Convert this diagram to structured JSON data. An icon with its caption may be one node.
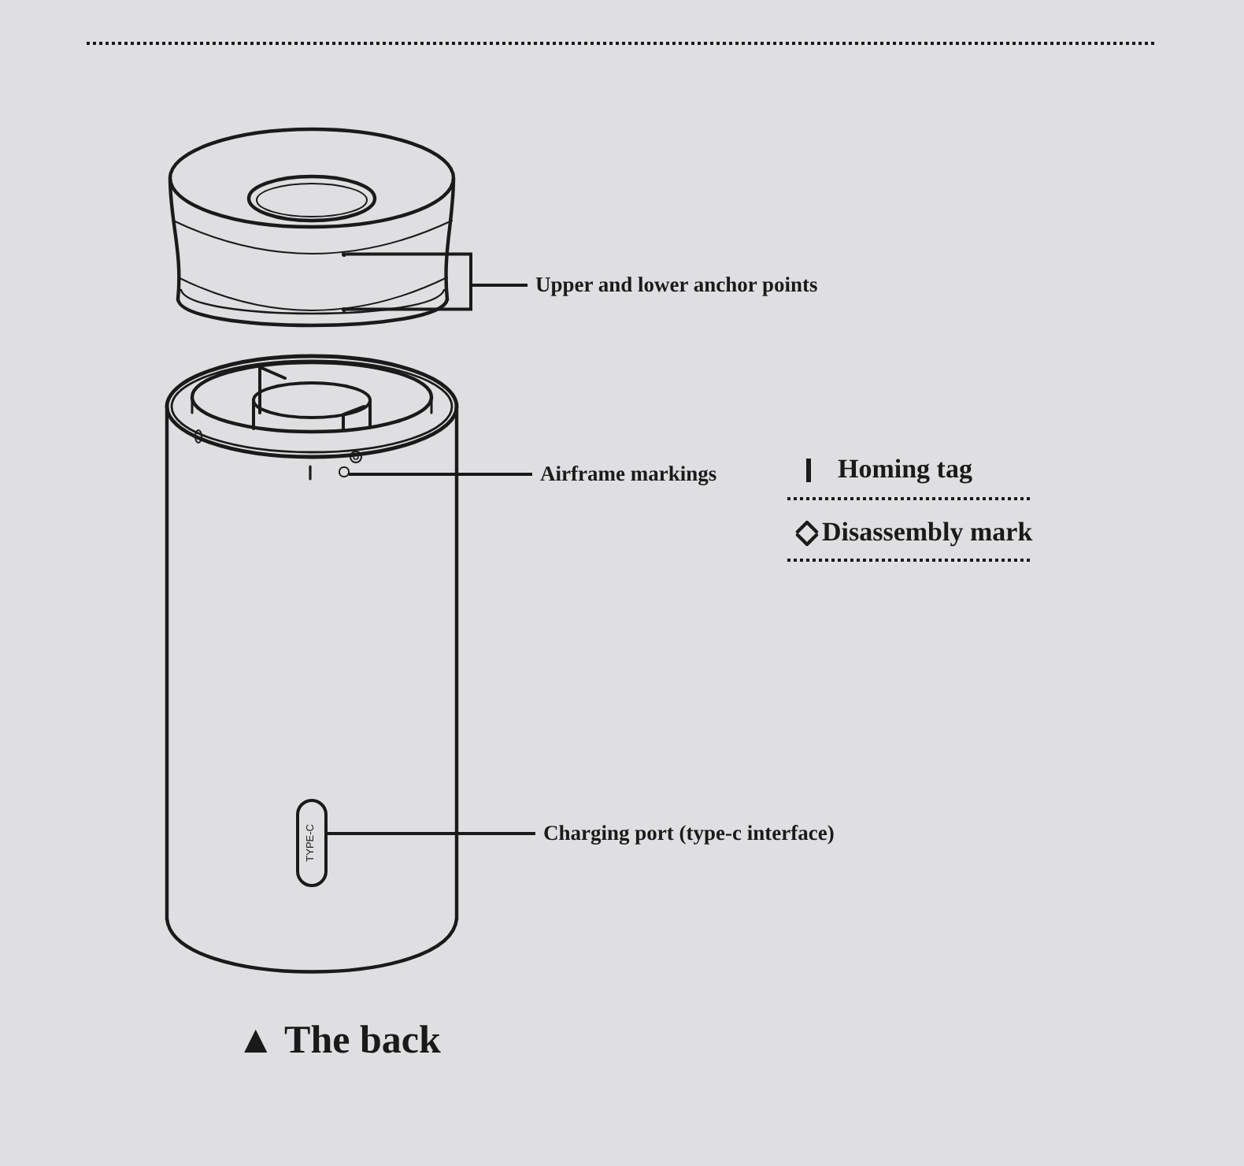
{
  "diagram": {
    "caption": "▲ The back",
    "nodes": [
      {
        "text": [
          "Upper and lower anchor points"
        ]
      },
      {
        "text": [],
        "shape": "circle"
      },
      {
        "text": [],
        "shape": "circle"
      },
      {
        "text": [
          "Airframe markings"
        ]
      },
      {
        "text": [],
        "shape": "circle"
      },
      {
        "text": [
          "TYPE-C"
        ]
      },
      {
        "text": [
          "Charging port (type-c interface)"
        ]
      }
    ],
    "edges": [
      {
        "from": 0,
        "to": 1,
        "arrow": "none"
      },
      {
        "from": 0,
        "to": 2,
        "arrow": "none"
      },
      {
        "from": 3,
        "to": 4,
        "arrow": "none"
      },
      {
        "from": 6,
        "to": 5,
        "arrow": "none"
      }
    ],
    "legend": [
      {
        "text": "Homing tag"
      },
      {
        "text": "Disassembly mark"
      }
    ]
  }
}
